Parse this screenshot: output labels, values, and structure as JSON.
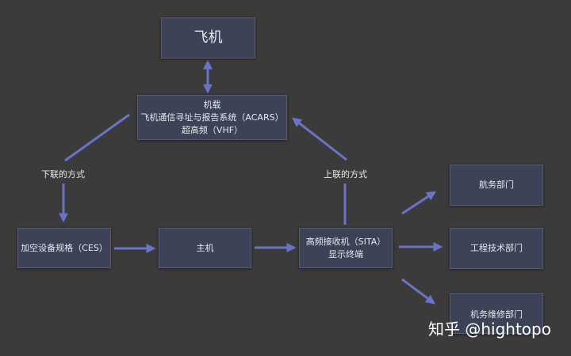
{
  "nodes": {
    "plane": {
      "label": "飞机"
    },
    "onboard": {
      "lines": [
        "机载",
        "飞机通信寻址与报告系统（ACARS）",
        "超高频（VHF）"
      ]
    },
    "ces": {
      "label": "加空设备规格（CES）"
    },
    "host": {
      "label": "主机"
    },
    "sita": {
      "lines": [
        "高频接收机（SITA）",
        "显示终端"
      ]
    },
    "ops": {
      "label": "航务部门"
    },
    "eng": {
      "label": "工程技术部门"
    },
    "maint": {
      "label": "机务维修部门"
    }
  },
  "edges": {
    "downlink_label": "下联的方式",
    "uplink_label": "上联的方式"
  },
  "watermark": "知乎 @hightopo",
  "colors": {
    "background": "#3b3b3b",
    "node_fill": "#3d4257",
    "arrow": "#6b73c6",
    "text": "#e6e8ee"
  }
}
